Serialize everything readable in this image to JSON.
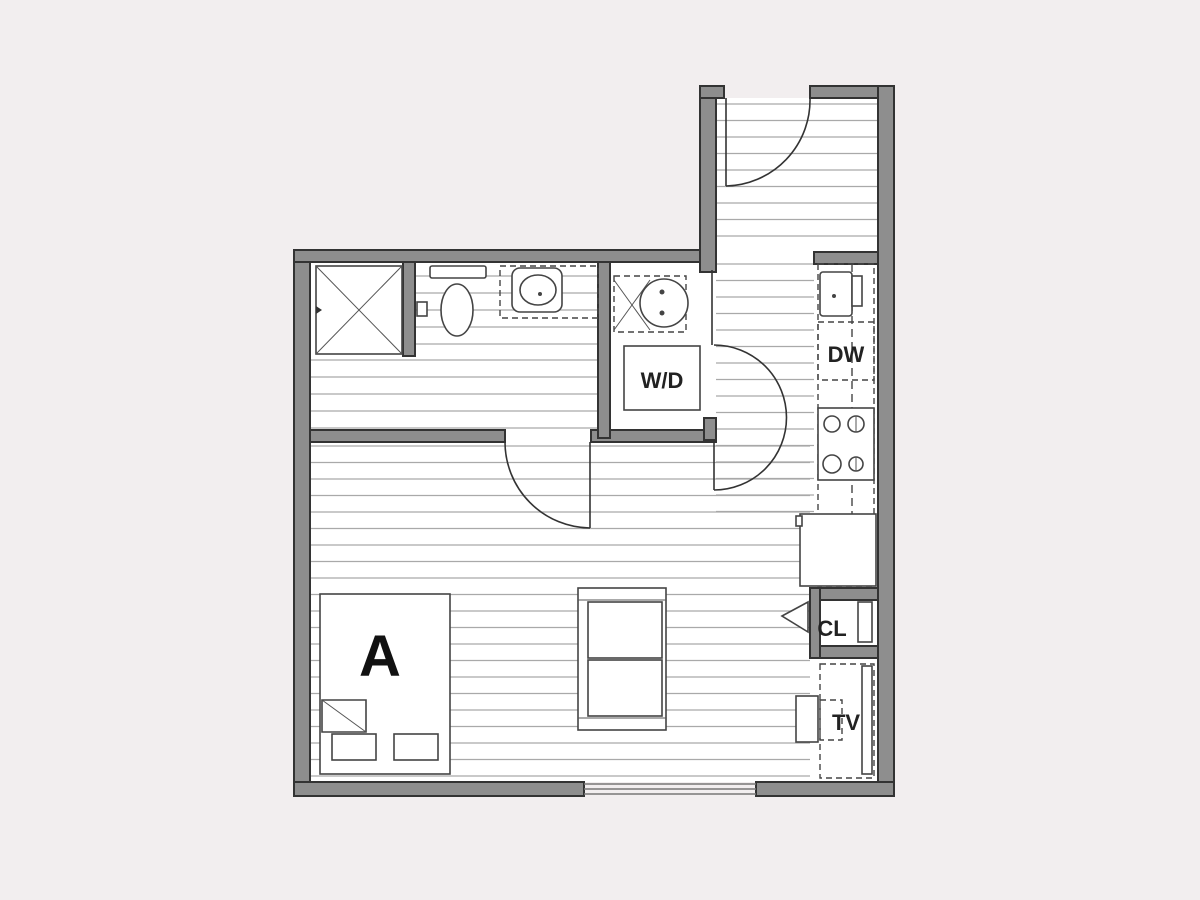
{
  "plan": {
    "unit_label": "A",
    "labels": {
      "washer_dryer": "W/D",
      "dishwasher": "DW",
      "closet": "CL",
      "tv": "TV"
    }
  },
  "colors": {
    "background": "#f2eeef",
    "wall_fill": "#8e8e8e",
    "wall_outline": "#333333",
    "floor_lines": "#a9a9a9"
  },
  "icons": [
    "shower-icon",
    "toilet-icon",
    "sink-icon",
    "bed-icon",
    "sofa-icon",
    "range-icon",
    "door-swing-icon"
  ]
}
